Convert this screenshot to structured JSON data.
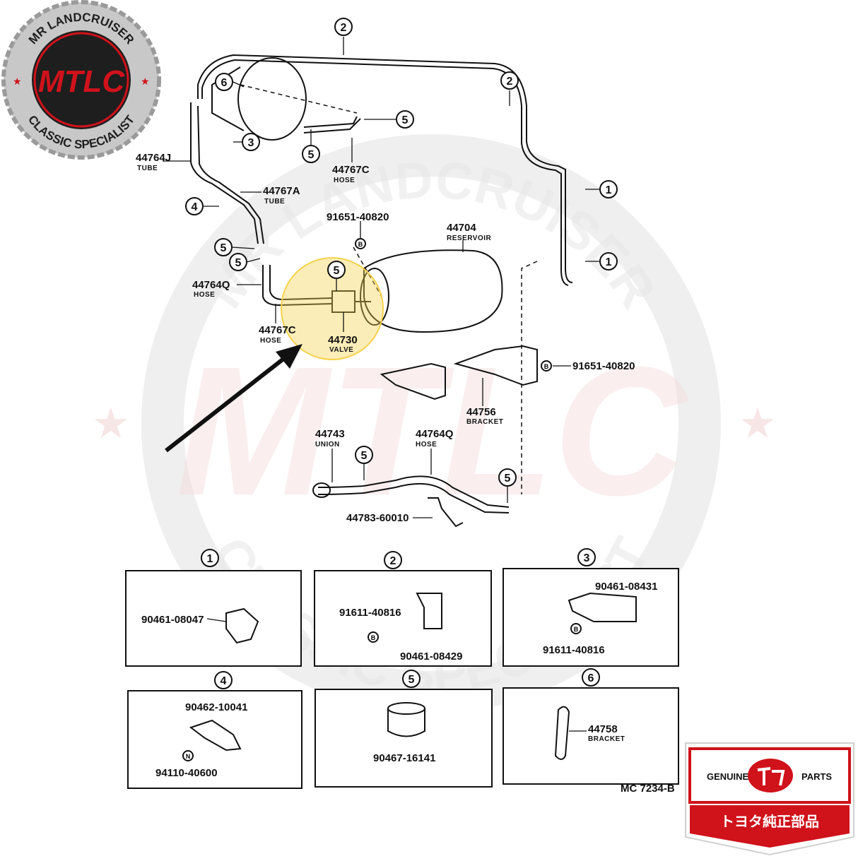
{
  "logo_top": {
    "ring_top": "MR LANDCRUISER",
    "ring_bottom": "CLASSIC SPECIALIST",
    "mark": "MTLC",
    "bg": "#c8c8c8",
    "ring": "#1e1e1e",
    "accent": "#d0121b"
  },
  "watermark": {
    "arc_top": "MR LANDCRUISER",
    "arc_bottom": "CLASSIC SPECIALIST",
    "mark": "MTLC"
  },
  "main_parts": {
    "p44764J": {
      "num": "44764J",
      "desc": "TUBE"
    },
    "p44767A": {
      "num": "44767A",
      "desc": "TUBE"
    },
    "p44767C_top": {
      "num": "44767C",
      "desc": "HOSE"
    },
    "p44764Q_left": {
      "num": "44764Q",
      "desc": "HOSE"
    },
    "p44767C_left": {
      "num": "44767C",
      "desc": "HOSE"
    },
    "p44730": {
      "num": "44730",
      "desc": "VALVE"
    },
    "p91651_top": {
      "num": "91651-40820"
    },
    "p44704": {
      "num": "44704",
      "desc": "RESERVOIR"
    },
    "p91651_right": {
      "num": "91651-40820"
    },
    "p44756": {
      "num": "44756",
      "desc": "BRACKET"
    },
    "p44743": {
      "num": "44743",
      "desc": "UNION"
    },
    "p44764Q_bottom": {
      "num": "44764Q",
      "desc": "HOSE"
    },
    "p44783": {
      "num": "44783-60010"
    }
  },
  "ref_numbers": [
    "1",
    "2",
    "3",
    "4",
    "5",
    "6"
  ],
  "bolt_marker": "B",
  "nut_marker": "N",
  "detail_boxes": [
    {
      "ref": "1",
      "parts": [
        "90461-08047"
      ]
    },
    {
      "ref": "2",
      "parts": [
        "91611-40816",
        "90461-08429"
      ]
    },
    {
      "ref": "3",
      "parts": [
        "90461-08431",
        "91611-40816"
      ]
    },
    {
      "ref": "4",
      "parts": [
        "90462-10041",
        "94110-40600"
      ]
    },
    {
      "ref": "5",
      "parts": [
        "90467-16141"
      ]
    },
    {
      "ref": "6",
      "parts": [
        "44758",
        "BRACKET"
      ]
    }
  ],
  "diagram_code": "MC 7234-B",
  "highlight_color": "#f5d24a",
  "genuine_badge": {
    "left": "GENUINE",
    "right": "PARTS",
    "japanese": "トヨタ純正部品",
    "color": "#d0121b"
  }
}
